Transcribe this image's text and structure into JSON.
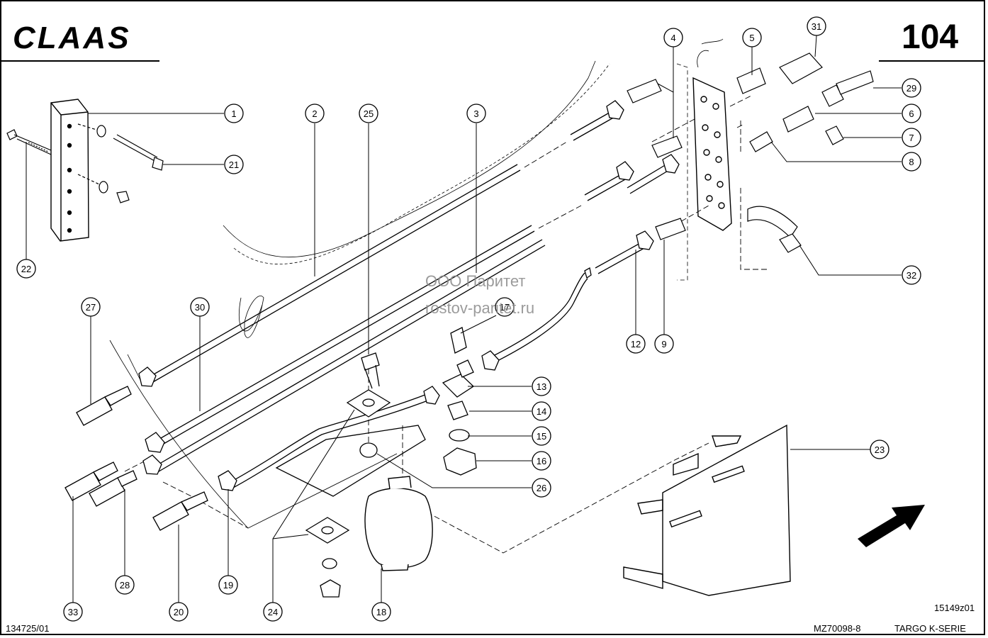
{
  "header": {
    "brand": "CLAAS",
    "page_number": "104"
  },
  "watermark": {
    "line1": "ООО Паритет",
    "line2": "rostov-paritet.ru"
  },
  "footer": {
    "left_code": "134725/01",
    "right_code_top": "15149z01",
    "center_code": "MZ70098-8",
    "series": "TARGO K-SERIE"
  },
  "callouts": [
    {
      "label": "1"
    },
    {
      "label": "21"
    },
    {
      "label": "22"
    },
    {
      "label": "2"
    },
    {
      "label": "25"
    },
    {
      "label": "3"
    },
    {
      "label": "4"
    },
    {
      "label": "5"
    },
    {
      "label": "31"
    },
    {
      "label": "29"
    },
    {
      "label": "6"
    },
    {
      "label": "7"
    },
    {
      "label": "8"
    },
    {
      "label": "32"
    },
    {
      "label": "12"
    },
    {
      "label": "9"
    },
    {
      "label": "27"
    },
    {
      "label": "30"
    },
    {
      "label": "13"
    },
    {
      "label": "14"
    },
    {
      "label": "15"
    },
    {
      "label": "16"
    },
    {
      "label": "23"
    },
    {
      "label": "26"
    },
    {
      "label": "33"
    },
    {
      "label": "28"
    },
    {
      "label": "20"
    },
    {
      "label": "19"
    },
    {
      "label": "24"
    },
    {
      "label": "18"
    },
    {
      "label": "17"
    }
  ],
  "colors": {
    "ink": "#000000",
    "watermark": "#8a8a8a"
  }
}
